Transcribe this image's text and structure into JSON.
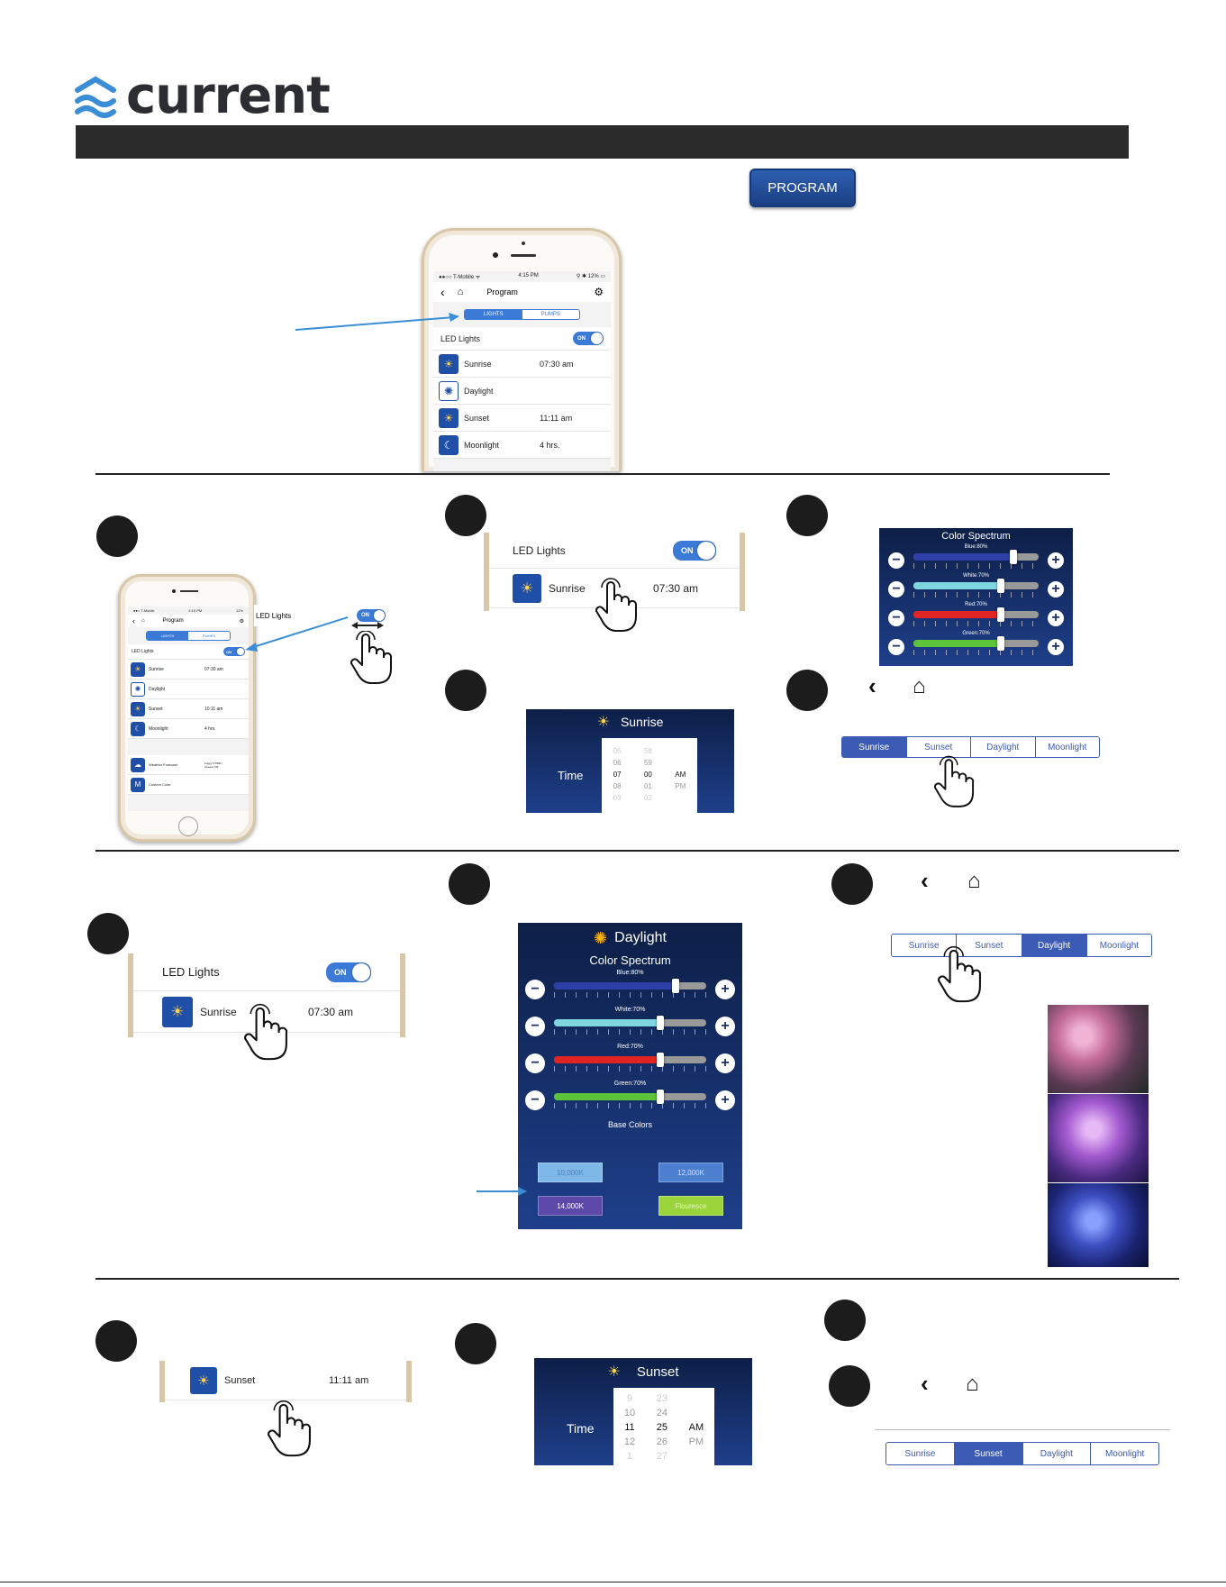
{
  "brand": {
    "name": "current"
  },
  "program_button": {
    "label": "PROGRAM"
  },
  "phone_top": {
    "status": {
      "carrier": "●●○○ T-Mobile ᯤ",
      "time": "4:15 PM",
      "battery": "⚲ ✱ 12% ▭"
    },
    "nav_title": "Program",
    "segments": [
      "LIGHTS",
      "PUMPS"
    ],
    "led_label": "LED Lights",
    "toggle": "ON",
    "rows": [
      {
        "label": "Sunrise",
        "value": "07:30 am"
      },
      {
        "label": "Daylight",
        "value": ""
      },
      {
        "label": "Sunset",
        "value": "11:11 am"
      },
      {
        "label": "Moonlight",
        "value": "4 hrs."
      }
    ]
  },
  "phone_small": {
    "status": {
      "carrier": "●●○ T-Mobile",
      "time": "4:15 PM",
      "battery": "12%"
    },
    "nav_title": "Program",
    "segments": [
      "LIGHTS",
      "PUMPS"
    ],
    "led_label": "LED Lights",
    "toggle": "ON",
    "rows": [
      {
        "label": "Sunrise",
        "value": "07:30 am"
      },
      {
        "label": "Daylight",
        "value": ""
      },
      {
        "label": "Sunset",
        "value": "10:11 am"
      },
      {
        "label": "Moonlight",
        "value": "4 hrs."
      }
    ],
    "extra_rows": [
      {
        "label": "Weather Forecast",
        "value": "Foggy 5 5980 / Cheese 5/9"
      },
      {
        "label": "Custom Color",
        "value": ""
      }
    ],
    "callout_label": "LED Lights",
    "callout_toggle": "ON"
  },
  "zoom_led_1": {
    "label": "LED Lights",
    "toggle": "ON",
    "row_label": "Sunrise",
    "row_value": "07:30 am"
  },
  "zoom_led_2": {
    "label": "LED Lights",
    "toggle": "ON",
    "row_label": "Sunrise",
    "row_value": "07:30 am"
  },
  "spectrum_small": {
    "title": "Color Spectrum",
    "channels": [
      {
        "label": "Blue:80%",
        "color": "#2e3fa8",
        "value": 80
      },
      {
        "label": "White:70%",
        "color": "#7fd6df",
        "value": 70
      },
      {
        "label": "Red:70%",
        "color": "#e02424",
        "value": 70
      },
      {
        "label": "Green:70%",
        "color": "#5bc43a",
        "value": 70
      }
    ]
  },
  "sunrise_picker": {
    "title": "Sunrise",
    "time_label": "Time",
    "hours": [
      "05",
      "06",
      "07",
      "08",
      "09"
    ],
    "minutes": [
      "58",
      "59",
      "00",
      "01",
      "02"
    ],
    "ampm": [
      "AM",
      "PM"
    ]
  },
  "tabs_1": {
    "items": [
      "Sunrise",
      "Sunset",
      "Daylight",
      "Moonlight"
    ],
    "active": 0
  },
  "tabs_2": {
    "items": [
      "Sunrise",
      "Sunset",
      "Daylight",
      "Moonlight"
    ],
    "active": 2
  },
  "tabs_3": {
    "items": [
      "Sunrise",
      "Sunset",
      "Daylight",
      "Moonlight"
    ],
    "active": 1
  },
  "daylight": {
    "title": "Daylight",
    "subtitle": "Color Spectrum",
    "channels": [
      {
        "label": "Blue:80%",
        "color": "#2e3fa8",
        "value": 80
      },
      {
        "label": "White:70%",
        "color": "#7fd6df",
        "value": 70
      },
      {
        "label": "Red:70%",
        "color": "#e02424",
        "value": 70
      },
      {
        "label": "Green:70%",
        "color": "#5bc43a",
        "value": 70
      }
    ],
    "base_colors_label": "Base Colors",
    "base_colors": [
      {
        "label": "10,000K",
        "color": "#7db8e8",
        "text": "#4f7fb8"
      },
      {
        "label": "12,000K",
        "color": "#4c7fd0",
        "text": "#cfe0ff"
      },
      {
        "label": "14,000K",
        "color": "#5b48a8",
        "text": "#ffffff"
      },
      {
        "label": "Flouresce",
        "color": "#9ad43a",
        "text": "#e7f5c6"
      }
    ]
  },
  "sunset_row": {
    "label": "Sunset",
    "value": "11:11 am"
  },
  "sunset_picker": {
    "title": "Sunset",
    "time_label": "Time",
    "hours": [
      "9",
      "10",
      "11",
      "12",
      "1"
    ],
    "minutes": [
      "23",
      "24",
      "25",
      "26",
      "27"
    ],
    "ampm": [
      "AM",
      "PM"
    ]
  },
  "colors": {
    "accent": "#3b7ad6",
    "dark": "#2b2b2b",
    "panel_top": "#0d1f47",
    "panel_bottom": "#1e3f8a"
  }
}
